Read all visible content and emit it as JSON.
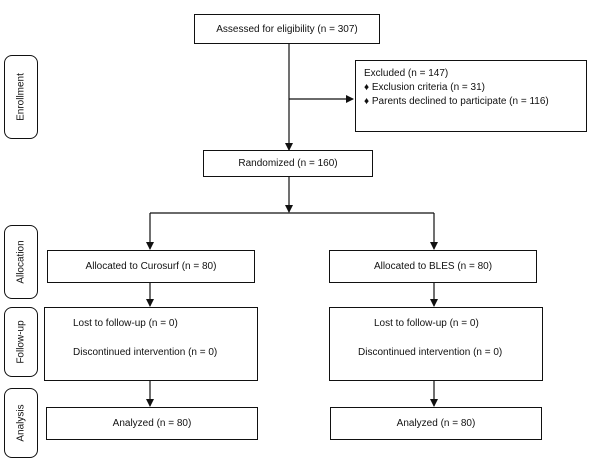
{
  "stages": {
    "enrollment": "Enrollment",
    "allocation": "Allocation",
    "followup": "Follow-up",
    "analysis": "Analysis"
  },
  "boxes": {
    "assessed": "Assessed for eligibility (n = 307)",
    "excluded_title": "Excluded (n = 147)",
    "excluded_items": [
      "♦  Exclusion criteria (n = 31)",
      "♦  Parents declined to participate (n = 116)"
    ],
    "randomized": "Randomized (n = 160)",
    "allocated_left": "Allocated to Curosurf (n = 80)",
    "allocated_right": "Allocated to BLES (n = 80)",
    "lost_left": "Lost to follow-up (n = 0)",
    "discontinued_left": "Discontinued intervention (n = 0)",
    "lost_right": "Lost to follow-up (n = 0)",
    "discontinued_right": "Discontinued intervention (n = 0)",
    "analyzed_left": "Analyzed (n = 80)",
    "analyzed_right": "Analyzed (n = 80)"
  },
  "colors": {
    "line": "#111111",
    "background": "#ffffff"
  }
}
